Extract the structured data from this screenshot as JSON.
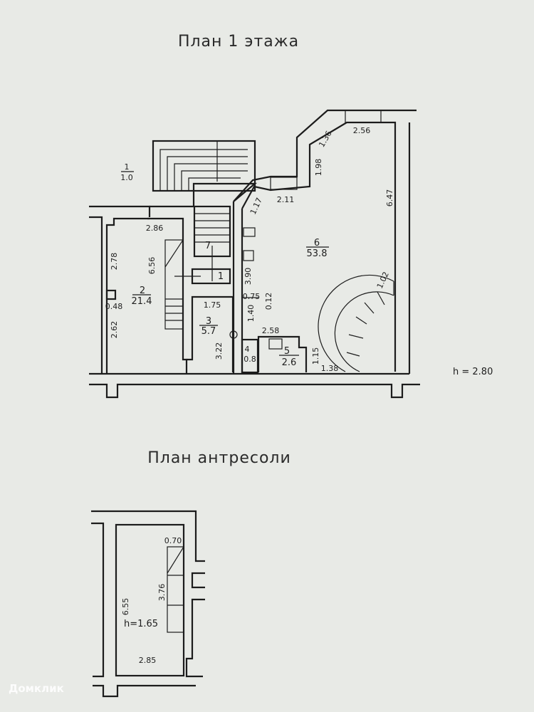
{
  "plan1": {
    "title": "План 1 этажа",
    "height_note": "h = 2.80",
    "marker": {
      "top": "1",
      "bottom": "1.0"
    },
    "rooms": [
      {
        "number": "1",
        "area": ""
      },
      {
        "number": "2",
        "area": "21.4"
      },
      {
        "number": "3",
        "area": "5.7"
      },
      {
        "number": "4",
        "area": "0.8"
      },
      {
        "number": "5",
        "area": "2.6"
      },
      {
        "number": "6",
        "area": "53.8"
      },
      {
        "number": "7",
        "area": ""
      }
    ],
    "dimensions": [
      "2.86",
      "2.78",
      "6.56",
      "0.48",
      "2.62",
      "3.90",
      "0.75",
      "0.12",
      "1.75",
      "1.40",
      "3.22",
      "2.58",
      "1.15",
      "1.38",
      "6.47",
      "1.02",
      "2.11",
      "1.17",
      "1.98",
      "1.36",
      "2.56"
    ]
  },
  "mezzanine": {
    "title": "План антресоли",
    "height_note": "h=1.65",
    "dimensions": [
      "0.70",
      "3.76",
      "6.55",
      "2.85"
    ]
  },
  "watermark": "Домклик"
}
